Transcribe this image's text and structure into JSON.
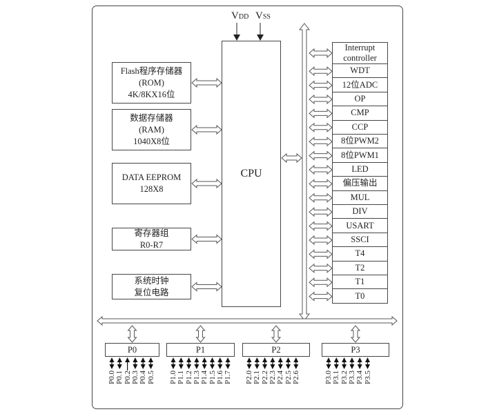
{
  "power": {
    "vdd": {
      "main": "V",
      "sub": "DD"
    },
    "vss": {
      "main": "V",
      "sub": "SS"
    }
  },
  "cpu": {
    "label": "CPU"
  },
  "memory_blocks": [
    {
      "id": "flash",
      "lines": [
        "Flash程序存储器",
        "(ROM)",
        "4K/8KX16位"
      ]
    },
    {
      "id": "ram",
      "lines": [
        "数据存储器",
        "(RAM)",
        "1040X8位"
      ]
    },
    {
      "id": "eeprom",
      "lines": [
        "DATA EEPROM",
        "128X8"
      ]
    },
    {
      "id": "registers",
      "lines": [
        "寄存器组",
        "R0-R7"
      ]
    },
    {
      "id": "clock",
      "lines": [
        "系统时钟",
        "复位电路"
      ]
    }
  ],
  "peripherals": [
    [
      "Interrupt",
      "controller"
    ],
    [
      "WDT"
    ],
    [
      "12位ADC"
    ],
    [
      "OP"
    ],
    [
      "CMP"
    ],
    [
      "CCP"
    ],
    [
      "8位PWM2"
    ],
    [
      "8位PWM1"
    ],
    [
      "LED"
    ],
    [
      "偏压输出"
    ],
    [
      "MUL"
    ],
    [
      "DIV"
    ],
    [
      "USART"
    ],
    [
      "SSCI"
    ],
    [
      "T4"
    ],
    [
      "T2"
    ],
    [
      "T1"
    ],
    [
      "T0"
    ]
  ],
  "ports": [
    {
      "name": "P0",
      "pins": [
        "P0.0",
        "P0.1",
        "P0.2",
        "P0.3",
        "P0.4",
        "P0.5"
      ],
      "input_only": [
        "P0.2"
      ]
    },
    {
      "name": "P1",
      "pins": [
        "P1.0",
        "P1.1",
        "P1.2",
        "P1.3",
        "P1.4",
        "P1.5",
        "P1.6",
        "P1.7"
      ],
      "input_only": []
    },
    {
      "name": "P2",
      "pins": [
        "P2.0",
        "P2.1",
        "P2.2",
        "P2.3",
        "P2.4",
        "P2.5",
        "P2.6"
      ],
      "input_only": []
    },
    {
      "name": "P3",
      "pins": [
        "P3.0",
        "P3.1",
        "P3.2",
        "P3.3",
        "P3.4",
        "P3.5"
      ],
      "input_only": []
    }
  ]
}
